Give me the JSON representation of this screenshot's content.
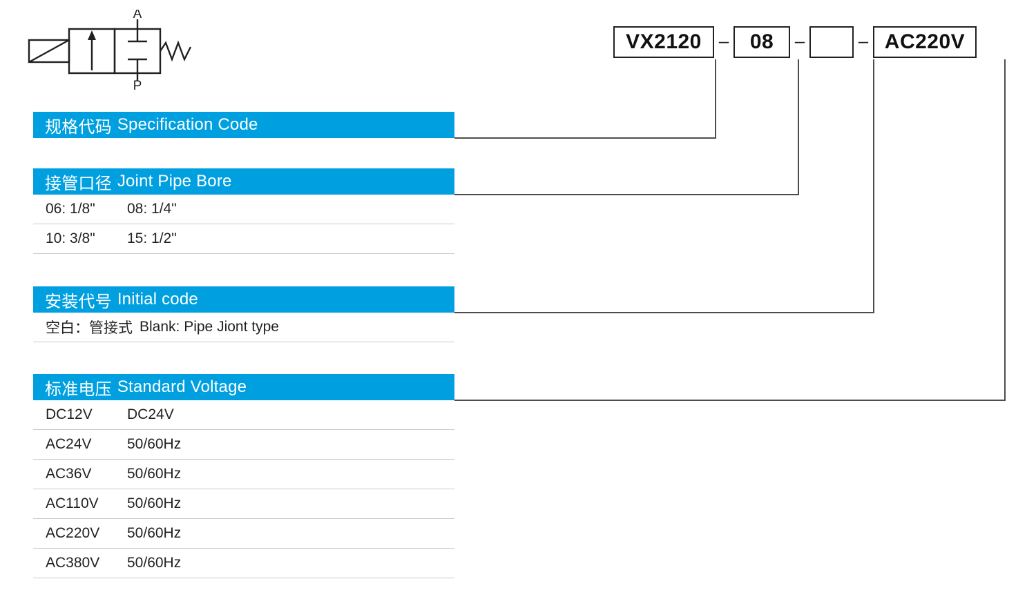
{
  "model_code": {
    "separator": "–",
    "boxes": [
      {
        "name": "specification-code",
        "value": "VX2120"
      },
      {
        "name": "joint-pipe-bore",
        "value": "08"
      },
      {
        "name": "initial-code",
        "value": ""
      },
      {
        "name": "standard-voltage",
        "value": "AC220V"
      }
    ]
  },
  "valve_symbol": {
    "port_a_label": "A",
    "port_p_label": "P"
  },
  "colors": {
    "bar_blue": "#00a0e0",
    "line": "#4d4d4d",
    "rule": "#c9c9c9",
    "text": "#231f20"
  },
  "sections": [
    {
      "id": "spec",
      "title_cn": "规格代码",
      "title_en": "Specification Code",
      "rows": []
    },
    {
      "id": "bore",
      "title_cn": "接管口径",
      "title_en": "Joint Pipe Bore",
      "rows": [
        {
          "c1": "06: 1/8\"",
          "c2": "08: 1/4\""
        },
        {
          "c1": "10: 3/8\"",
          "c2": "15: 1/2\""
        }
      ]
    },
    {
      "id": "init",
      "title_cn": "安装代号",
      "title_en": "Initial code",
      "rows": [
        {
          "c1": "空白：管接式",
          "c2": "Blank: Pipe Jiont type"
        }
      ]
    },
    {
      "id": "volt",
      "title_cn": "标准电压",
      "title_en": "Standard Voltage",
      "rows": [
        {
          "c1": "DC12V",
          "c2": "DC24V"
        },
        {
          "c1": "AC24V",
          "c2": "50/60Hz"
        },
        {
          "c1": "AC36V",
          "c2": "50/60Hz"
        },
        {
          "c1": "AC110V",
          "c2": "50/60Hz"
        },
        {
          "c1": "AC220V",
          "c2": "50/60Hz"
        },
        {
          "c1": "AC380V",
          "c2": "50/60Hz"
        }
      ]
    }
  ]
}
